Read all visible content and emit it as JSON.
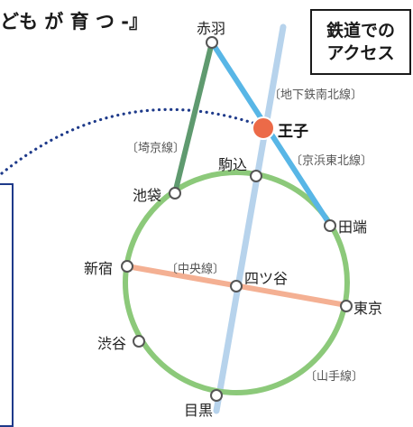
{
  "header": {
    "title_fragment": "ども が 育 つ -』"
  },
  "access_box": {
    "line1": "鉄道での",
    "line2": "アクセス"
  },
  "lines": {
    "chikatetsu_nanboku": "〔地下鉄南北線〕",
    "saikyo": "〔埼京線〕",
    "keihin_tohoku": "〔京浜東北線〕",
    "chuo": "〔中央線〕",
    "yamanote": "〔山手線〕"
  },
  "stations": {
    "akabane": "赤羽",
    "oji": "王子",
    "komagome": "駒込",
    "ikebukuro": "池袋",
    "tabata": "田端",
    "shinjuku": "新宿",
    "yotsuya": "四ツ谷",
    "tokyo": "東京",
    "shibuya": "渋谷",
    "meguro": "目黒"
  },
  "colors": {
    "yamanote": "#8cc97a",
    "chuo": "#f4b093",
    "nanboku": "#b7d3ec",
    "saikyo": "#5f9a6f",
    "keihin_tohoku": "#58b6e6",
    "oji_marker": "#ec6a48",
    "dotted_route": "#1e3a8a"
  }
}
